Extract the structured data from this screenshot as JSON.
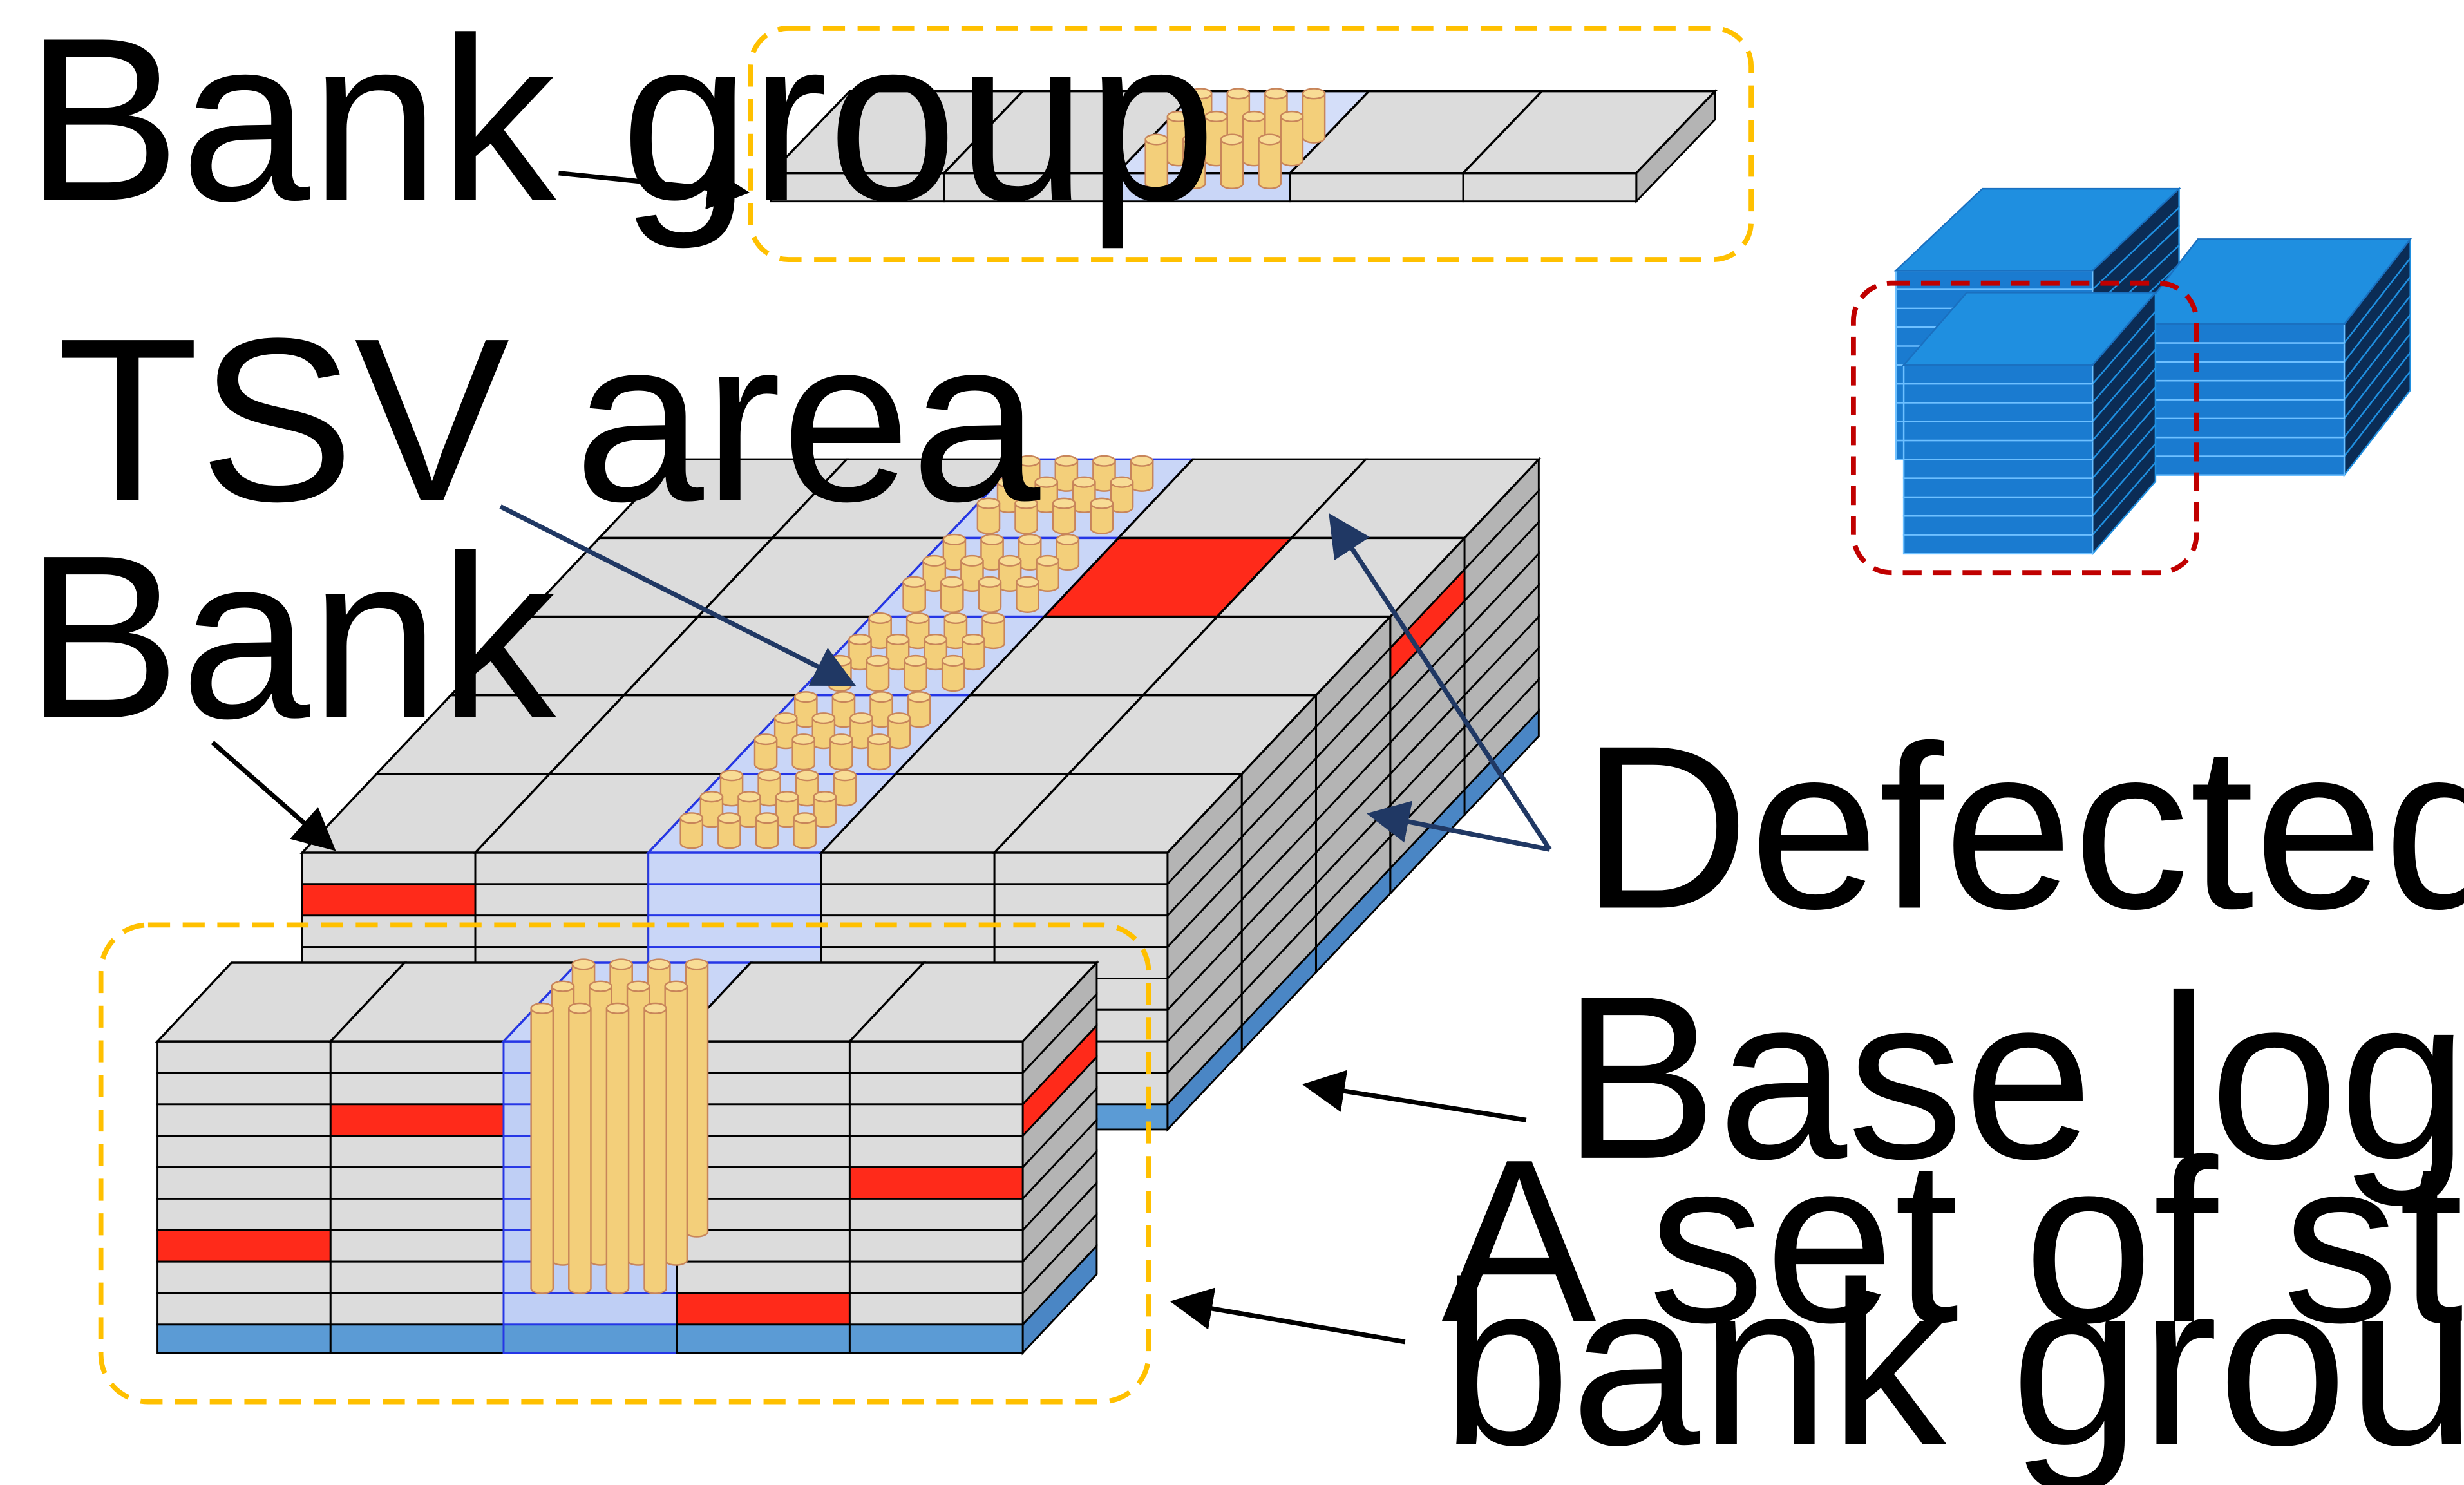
{
  "labels": {
    "bank_group": "Bank group",
    "tsv_area": "TSV area",
    "bank": "Bank",
    "defected_bank": "Defected bank",
    "base_logic_die": "Base logic die",
    "stacked_line1": "A set of stacked",
    "stacked_line2": "bank groups"
  },
  "structure": {
    "bank_group_count": 5,
    "banks_per_group": 5,
    "stacked_layers": 8,
    "defected_bank_highlight": "#ff2a1a",
    "tsv_color": "#f3cf7a",
    "tsv_stroke": "#c8855a",
    "tsv_channel_color": "#2536e6",
    "base_die_color": "#5b9bd5",
    "bank_face_color": "#dcdcdc",
    "side_face_color": "#b4b4b4",
    "group_outline_color": "#ffc000",
    "stack_outline_color": "#c00000",
    "hbm_stack_color": "#1f8fe0"
  },
  "icons": [
    "arrow-icon",
    "hbm-stack-icon"
  ]
}
